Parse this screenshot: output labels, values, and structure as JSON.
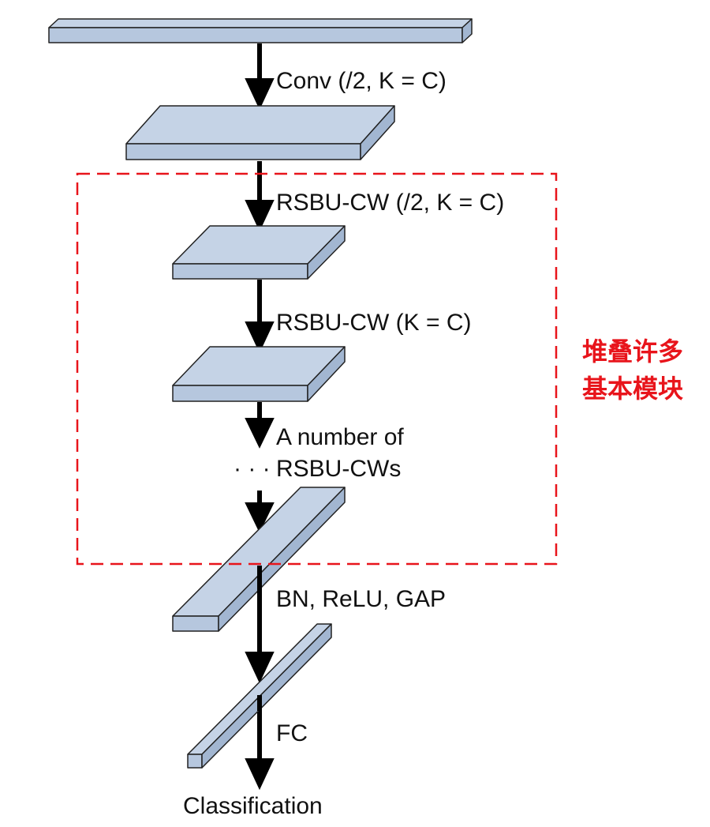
{
  "labels": {
    "conv": "Conv (/2, K = C)",
    "rsbu_cw_down": "RSBU-CW (/2, K = C)",
    "rsbu_cw": "RSBU-CW (K = C)",
    "number_of_line1": "A number of",
    "number_of_line2": "RSBU-CWs",
    "ellipsis": "· · ·",
    "bn_relu_gap": "BN, ReLU, GAP",
    "fc": "FC",
    "classification": "Classification"
  },
  "annotation": {
    "line1": "堆叠许多",
    "line2": "基本模块",
    "color": "#e8141b"
  },
  "colors": {
    "block_top": "#c5d3e6",
    "block_front": "#b6c7de",
    "block_side": "#a2b6d1",
    "outline": "#222222",
    "arrow": "#000000",
    "dash_box": "#e8141b"
  }
}
